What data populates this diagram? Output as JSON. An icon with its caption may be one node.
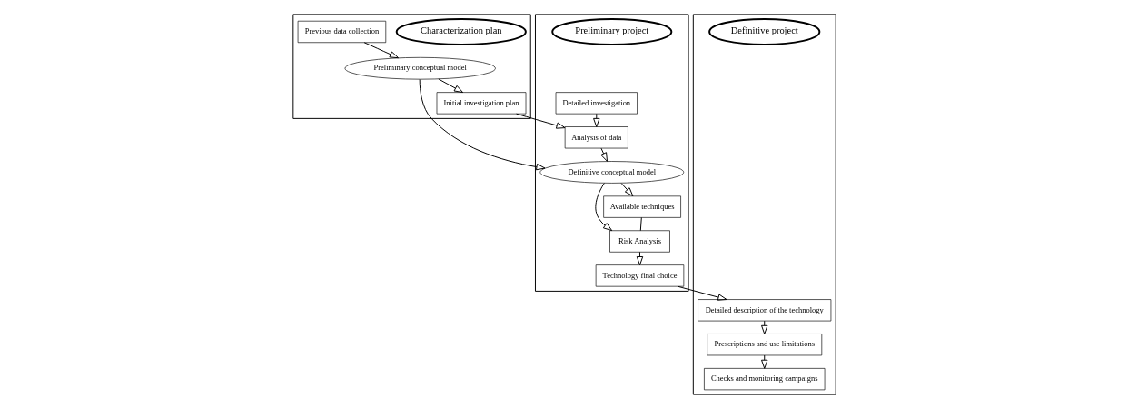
{
  "diagram": {
    "nodes": [
      {
        "text": [],
        "shape": "box"
      },
      {
        "text": [
          "Characterization plan"
        ],
        "in": 0
      },
      {
        "text": [
          "Initial investigation plan"
        ],
        "in": 0
      },
      {
        "text": [
          "Previous data collection"
        ],
        "in": 0
      },
      {
        "text": [
          "Preliminary conceptual model"
        ],
        "in": 0
      },
      {
        "text": [],
        "shape": "box"
      },
      {
        "text": [
          "Detailed investigation"
        ],
        "in": 5
      },
      {
        "text": [
          "Preliminary project"
        ],
        "in": 5
      },
      {
        "text": [
          "Analysis of data"
        ],
        "in": 5
      },
      {
        "text": [
          "Technology final choice"
        ],
        "in": 5
      },
      {
        "text": [
          "Risk Analysis"
        ],
        "in": 5
      },
      {
        "text": [
          "Definitive conceptual model"
        ],
        "in": 5
      },
      {
        "text": [
          "Available techniques"
        ],
        "in": 5
      },
      {
        "text": [],
        "shape": "box"
      },
      {
        "text": [
          "Definitive project"
        ],
        "in": 13
      },
      {
        "text": [
          "Detailed description of the technology"
        ],
        "in": 13
      },
      {
        "text": [
          "Prescriptions and use limitations"
        ],
        "in": 13
      },
      {
        "text": [
          "Checks and monitoring campaigns"
        ],
        "in": 13
      }
    ],
    "edges": [
      {
        "from": 3,
        "to": 4,
        "arrow": "to"
      },
      {
        "from": 4,
        "to": 2,
        "arrow": "to"
      },
      {
        "from": 2,
        "to": 8,
        "arrow": "to"
      },
      {
        "from": 4,
        "to": 11,
        "arrow": "to"
      },
      {
        "from": 6,
        "to": 8,
        "arrow": "to"
      },
      {
        "from": 8,
        "to": 11,
        "arrow": "to"
      },
      {
        "from": 11,
        "to": 10,
        "arrow": "to"
      },
      {
        "from": 11,
        "to": 12,
        "arrow": "to"
      },
      {
        "from": 12,
        "to": 10,
        "arrow": "none"
      },
      {
        "from": 10,
        "to": 9,
        "arrow": "to"
      },
      {
        "from": 9,
        "to": 15,
        "arrow": "to"
      },
      {
        "from": 15,
        "to": 16,
        "arrow": "to"
      },
      {
        "from": 16,
        "to": 17,
        "arrow": "to"
      }
    ]
  }
}
